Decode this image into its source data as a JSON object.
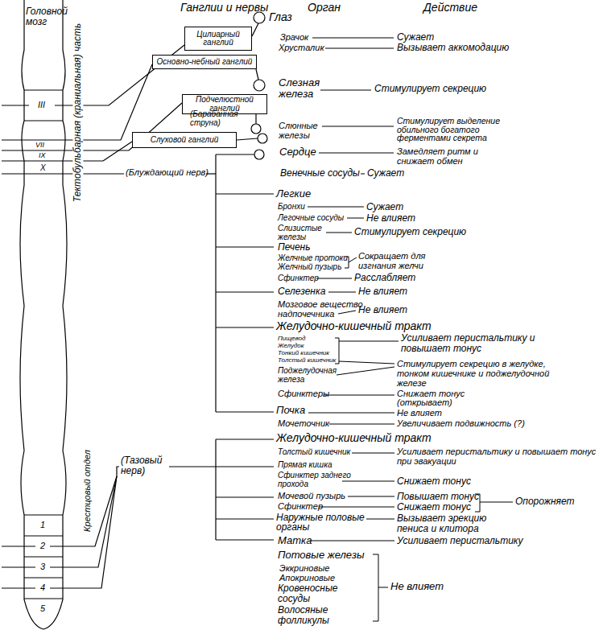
{
  "diagram": {
    "nodes": [
      {
        "text": [
          "Цилиарный ганглий"
        ]
      },
      {
        "text": [
          "Основно-небный ганглий"
        ]
      },
      {
        "text": [
          "Подчелюстной ганглий"
        ]
      },
      {
        "text": [
          "Слуховой ганглий"
        ]
      }
    ],
    "labels": [
      "Ганглии и нервы",
      "Орган",
      "Действие",
      "Головной мозг",
      "III",
      "Тектобульбарная (краниальная) часть",
      "VII",
      "IX",
      "X",
      "(Барабанная струна)",
      "(Блуждающий нерв)",
      "Глаз",
      "Зрачок",
      "Сужает",
      "Хрусталик",
      "Вызывает аккомодацию",
      "Слезная железа",
      "Стимулирует секрецию",
      "Слюнные железы",
      "Стимулирует выделение обильного богатого ферментами секрета",
      "Сердце",
      "Замедляет ритм и снижает обмен",
      "Венечные сосуды",
      "Сужает",
      "Легкие",
      "Бронхи",
      "Сужает",
      "Легочные сосуды",
      "Не влияет",
      "Слизистые железы",
      "Стимулирует секрецию",
      "Печень",
      "Желчные протоки",
      "Желчный пузырь",
      "Сокращает для изгнания желчи",
      "Сфинктер",
      "Расслабляет",
      "Селезенка",
      "Не влияет",
      "Мозговое вещество надпочечника",
      "Не влияет",
      "Желудочно-кишечный тракт",
      "Пищевод",
      "Желудок",
      "Тонкий кишечник",
      "Толстый кишечник",
      "Усиливает перистальтику и повышает тонус",
      "Поджелудочная железа",
      "Стимулирует секрецию в желудке, тонком кишечнике и поджелудочной железе",
      "Сфинктеры",
      "Снижает тонус (открывает)",
      "Почка",
      "Не влияет",
      "Мочеточник",
      "Увеличивает подвижность (?)",
      "Желудочно-кишечный тракт",
      "Толстый кишечник",
      "Усиливает перистальтику и повышает тонус при эвакуации",
      "Прямая кишка",
      "Сфинктер заднего прохода",
      "Снижает тонус",
      "Мочевой пузырь",
      "Повышает тонус",
      "Сфинктер",
      "Снижает тонус",
      "Опорожняет",
      "Наружные половые органы",
      "Вызывает эрекцию пениса и клитора",
      "Матка",
      "Усиливает перистальтику",
      "Потовые железы",
      "Эккриновые",
      "Апокриновые",
      "Кровеносные сосуды",
      "Волосяные фолликулы",
      "Не влияет",
      "(Тазовый нерв)",
      "Крестцовый отдел",
      "1",
      "2",
      "3",
      "4",
      "5"
    ]
  }
}
